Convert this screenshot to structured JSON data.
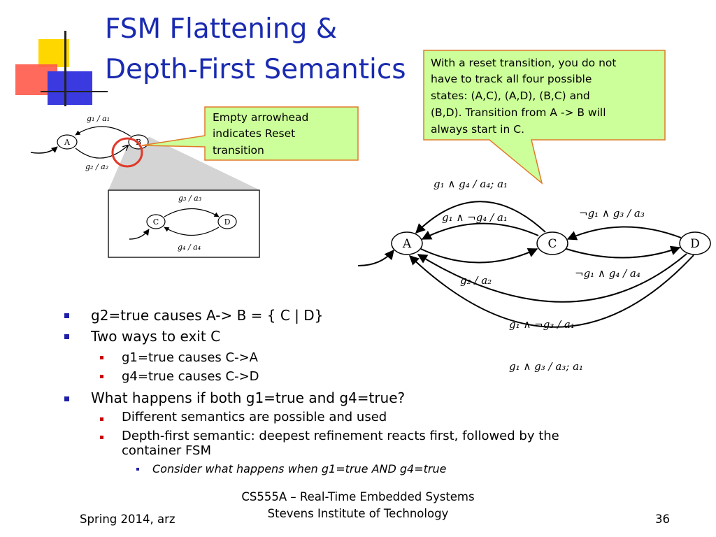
{
  "title": {
    "line1": "FSM Flattening &",
    "line2": "Depth-First Semantics"
  },
  "callout_reset": {
    "lines": [
      "Empty arrowhead",
      "indicates Reset",
      "transition"
    ]
  },
  "callout_top": {
    "lines": [
      "With a reset transition, you do not",
      "have to  track all four possible",
      "states: (A,C), (A,D), (B,C) and",
      "(B,D).  Transition from A -> B will",
      "always start in C."
    ]
  },
  "small_fsm": {
    "state_a": "A",
    "state_b": "B",
    "label_top": "g₁ / a₁",
    "label_bottom": "g₂ / a₂"
  },
  "refinement_fsm": {
    "state_c": "C",
    "state_d": "D",
    "label_top": "g₃ / a₃",
    "label_bottom": "g₄ / a₄"
  },
  "flat_fsm": {
    "state_a": "A",
    "state_c": "C",
    "state_d": "D",
    "label_1": "g₁ ∧ g₄ / a₄; a₁",
    "label_2": "g₁ ∧ ¬g₄ / a₁",
    "label_3": "¬g₁ ∧ g₃ / a₃",
    "label_4": "¬g₁ ∧ g₄ / a₄",
    "label_5": "g₂ / a₂",
    "label_6": "g₁ ∧ ¬g₃ / a₁",
    "label_7": "g₁ ∧ g₃ / a₃; a₁"
  },
  "bullets": [
    {
      "level": 1,
      "text": "g2=true causes A-> B = { C | D}"
    },
    {
      "level": 1,
      "text": "Two ways to exit C"
    },
    {
      "level": 2,
      "text": "g1=true causes C->A"
    },
    {
      "level": 2,
      "text": "g4=true causes C->D"
    },
    {
      "level": 1,
      "text": "What happens if both g1=true and g4=true?"
    },
    {
      "level": 2,
      "text": "Different semantics are possible and used"
    },
    {
      "level": 2,
      "text": "Depth-first semantic: deepest refinement reacts first, followed by the"
    },
    {
      "level": 2,
      "text": "container FSM"
    },
    {
      "level": 3,
      "text": "Consider what happens when g1=true AND g4=true"
    }
  ],
  "footer": {
    "left": "Spring 2014, arz",
    "center_line1": "CS555A – Real-Time Embedded Systems",
    "center_line2": "Stevens Institute of Technology",
    "page": "36"
  },
  "colors": {
    "title": "#1a2bb0",
    "bullet": "#1f1fa8",
    "callout_fill": "#ccff99",
    "callout_border": "#e07a2a",
    "highlight": "#e03a2a"
  }
}
